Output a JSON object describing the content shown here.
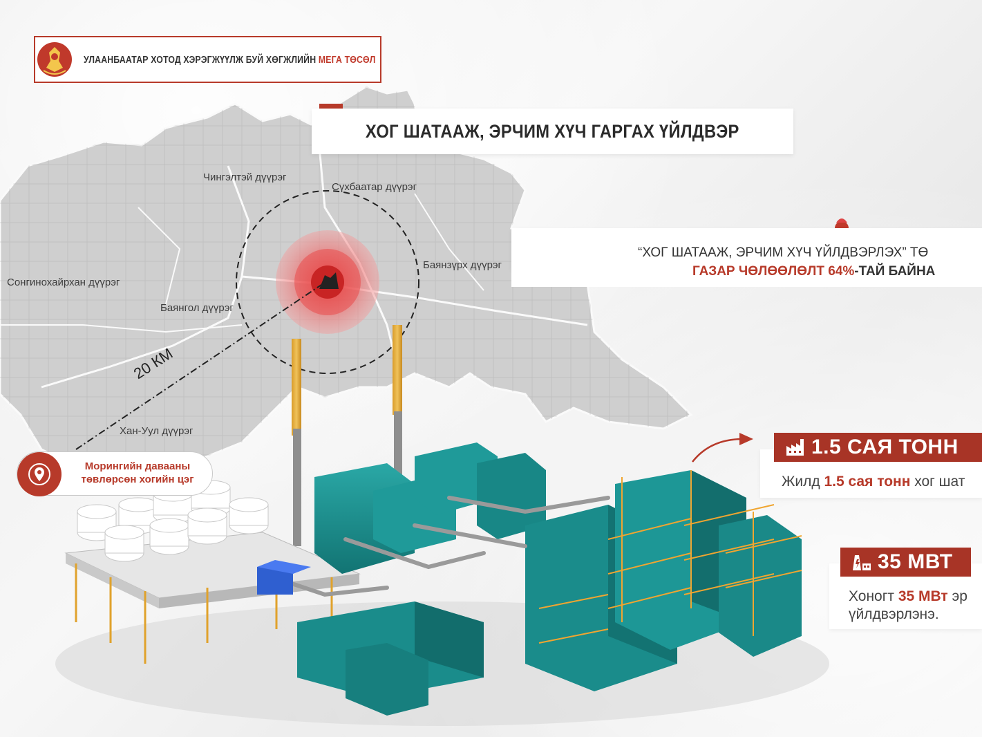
{
  "header": {
    "text": "УЛААНБААТАР ХОТОД ХЭРЭГЖҮҮЛЖ БУЙ ХӨГЖЛИЙН ",
    "accent": "МЕГА ТӨСӨЛ"
  },
  "title": "ХОГ ШАТААЖ, ЭРЧИМ ХҮЧ ГАРГАХ ҮЙЛДВЭР",
  "districts": [
    "Чингэлтэй дүүрэг",
    "Сүхбаатар дүүрэг",
    "Баянзүрх дүүрэг",
    "Сонгинохайрхан дүүрэг",
    "Баянгол дүүрэг",
    "Хан-Уул дүүрэг"
  ],
  "distance": "20 КМ",
  "location": {
    "line1": "Морингийн давааны",
    "line2": "төвлөрсөн хогийн цэг"
  },
  "quote": {
    "line1": "“ХОГ ШАТААЖ, ЭРЧИМ ХҮЧ ҮЙЛДВЭРЛЭХ” ТӨ",
    "line2_red": "ГАЗАР ЧӨЛӨӨЛӨЛТ 64%",
    "line2_rest": "-ТАЙ БАЙНА"
  },
  "stats": [
    {
      "value": "1.5 САЯ ТОНН",
      "icon": "factory-icon",
      "text_prefix": "Жилд ",
      "text_highlight": "1.5 сая тонн",
      "text_suffix": " хог шат"
    },
    {
      "value": "35 МВТ",
      "icon": "power-plant-icon",
      "text_prefix": "Хоногт ",
      "text_highlight": "35 МВт",
      "text_suffix": " эр",
      "text_line2": "үйлдвэрлэнэ."
    }
  ],
  "colors": {
    "accent": "#b73a2a",
    "teal": "#1b8f90",
    "map": "#c9c9c9",
    "target": "#e84a4a"
  }
}
